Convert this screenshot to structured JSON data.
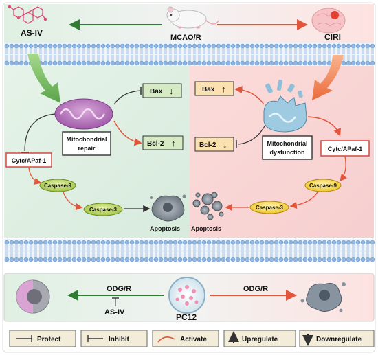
{
  "top": {
    "left_label": "AS-IV",
    "center_label": "MCAO/R",
    "right_label": "CIRI"
  },
  "left_panel": {
    "mito_label_line1": "Mitochondrial",
    "mito_label_line2": "repair",
    "bax_label": "Bax",
    "bax_arrow": "↓",
    "bcl2_label": "Bcl-2",
    "bcl2_arrow": "↑",
    "cytc_label": "Cytc/APaf-1",
    "casp9_label": "Caspase-9",
    "casp3_label": "Caspase-3",
    "apoptosis_label": "Apoptosis"
  },
  "right_panel": {
    "mito_label_line1": "Mitochondrial",
    "mito_label_line2": "dysfunction",
    "bax_label": "Bax",
    "bax_arrow": "↑",
    "bcl2_label": "Bcl-2",
    "bcl2_arrow": "↓",
    "cytc_label": "Cytc/APaf-1",
    "casp9_label": "Caspase-9",
    "casp3_label": "Caspase-3",
    "apoptosis_label": "Apoptosis"
  },
  "bottom": {
    "left_arrow_label": "ODG/R",
    "asiv_label": "AS-IV",
    "center_label": "PC12",
    "right_arrow_label": "ODG/R"
  },
  "legend": {
    "items": [
      {
        "icon": "protect-arrow-icon",
        "label": "Protect"
      },
      {
        "icon": "inhibit-bar-icon",
        "label": "Inhibit"
      },
      {
        "icon": "activate-curve-icon",
        "label": "Activate"
      },
      {
        "icon": "upregulate-arrow-icon",
        "label": "Upregulate"
      },
      {
        "icon": "downregulate-arrow-icon",
        "label": "Downregulate"
      }
    ]
  },
  "colors": {
    "protect_green": "#2e7d32",
    "activate_red": "#e2553a",
    "left_bg": "#e3f1e6",
    "right_bg": "#f8d6d4",
    "green_box": "#d6ebc4",
    "orange_box": "#fbe0b0",
    "casp_green": "#b7d56c",
    "casp_yellow": "#f7d44e",
    "membrane_blue": "#8fb6e0"
  }
}
